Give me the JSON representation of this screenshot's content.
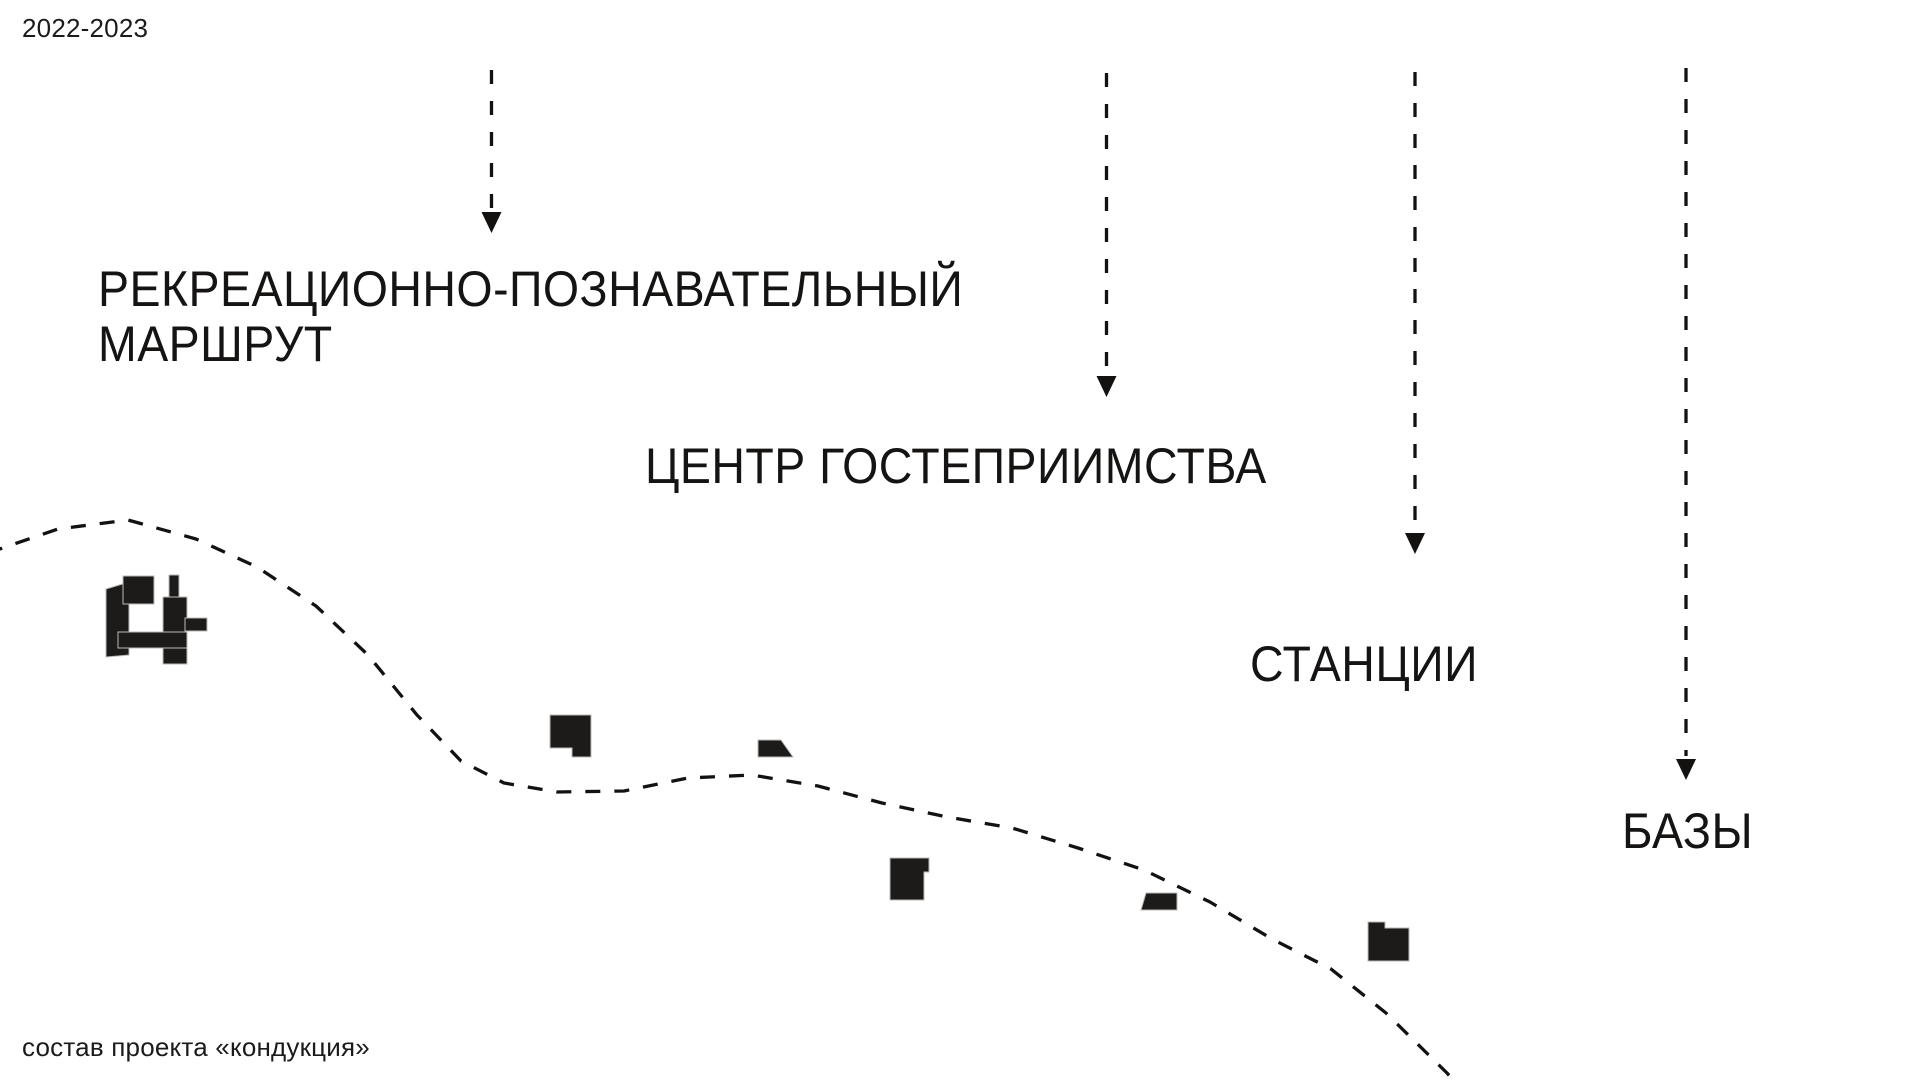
{
  "page": {
    "period": "2022-2023",
    "footer": "состав проекта «кондукция»"
  },
  "labels": {
    "route_line1": "РЕКРЕАЦИОННО-ПОЗНАВАТЕЛЬНЫЙ",
    "route_line2": "МАРШРУТ",
    "hospitality_center": "ЦЕНТР ГОСТЕПРИИМСТВА",
    "stations": "СТАНЦИИ",
    "bases": "БАЗЫ"
  },
  "icons": {
    "down_arrow": "dashed vertical line with solid triangle arrowhead",
    "route": "dashed curved trail line",
    "building": "black building footprint"
  },
  "colors": {
    "background": "#ffffff",
    "ink": "#141210",
    "building_fill": "#1d1b1a",
    "text": "#161413"
  }
}
